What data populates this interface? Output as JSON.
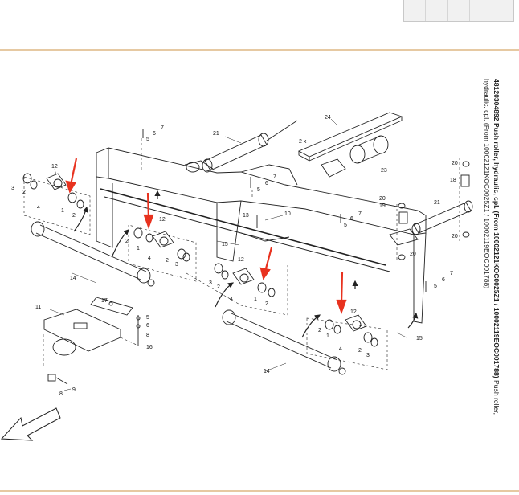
{
  "caption": {
    "part_number": "48120304892",
    "title_bold": "Push roller, hydraulic, cpl. (From 10002121KOC0025Z1 / 10002119EOC001788)",
    "title_tail": "Push roller,",
    "line2": "hydraulic, cpl. (From 10002121KOC0025Z1 / 10002119EOC001788)"
  },
  "callouts": [
    "1",
    "2",
    "3",
    "4",
    "5",
    "6",
    "7",
    "8",
    "9",
    "10",
    "11",
    "12",
    "13",
    "14",
    "15",
    "16",
    "17",
    "18",
    "19",
    "20",
    "21",
    "23",
    "24",
    "2 x"
  ],
  "colors": {
    "arrow_red": "#e8321f",
    "line": "#222222",
    "accent_bar": "#e6c9a2"
  }
}
